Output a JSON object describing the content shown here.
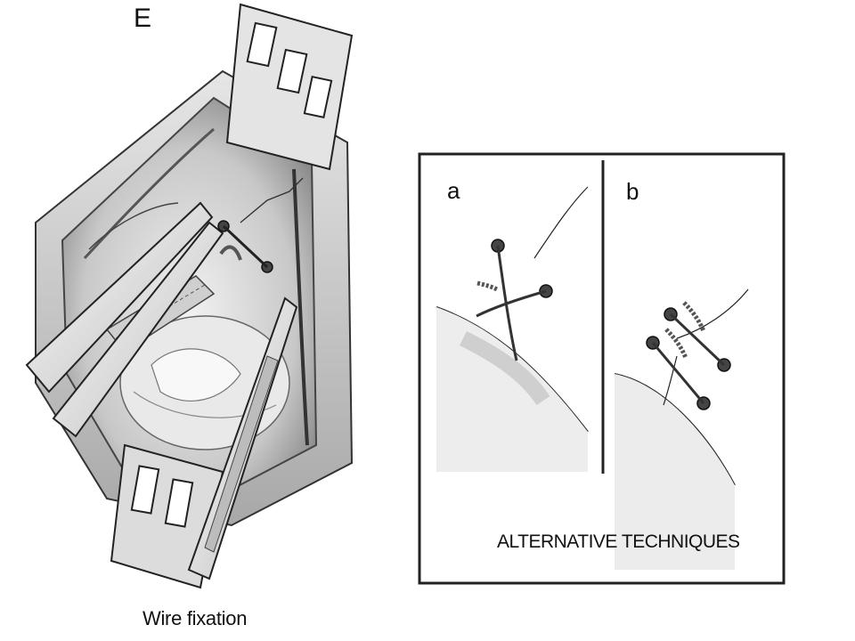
{
  "figure": {
    "panel_label": "E",
    "caption": "Wire fixation"
  },
  "inset": {
    "title": "ALTERNATIVE TECHNIQUES",
    "left_label": "a",
    "right_label": "b"
  },
  "colors": {
    "ink": "#1a1a1a",
    "shade": "#9a9a9a",
    "light_shade": "#d8d8d8",
    "frame": "#222222"
  }
}
